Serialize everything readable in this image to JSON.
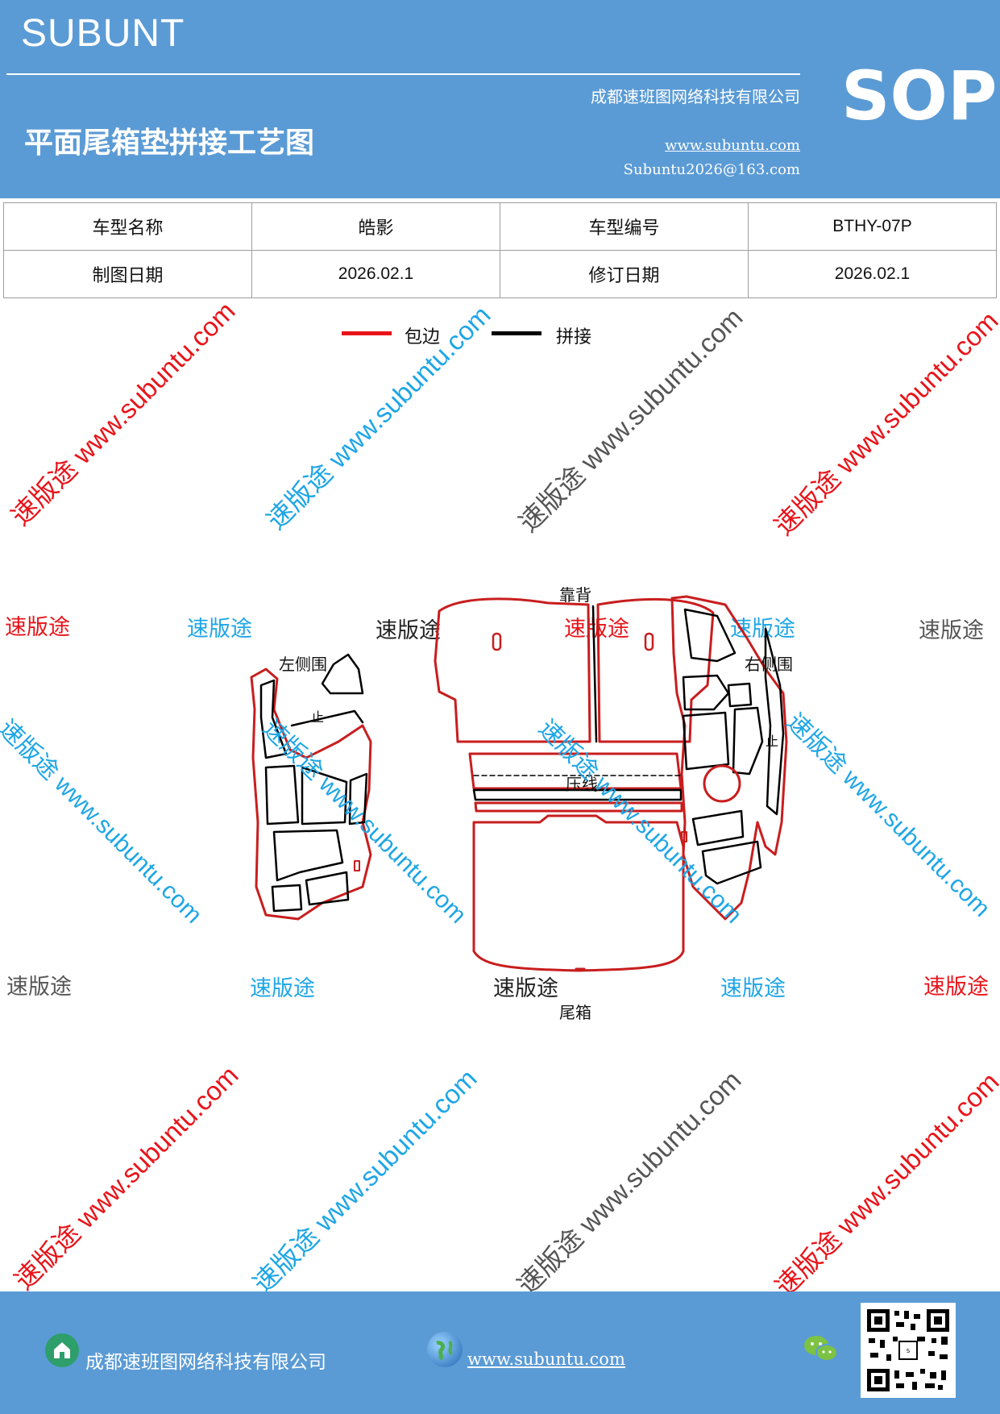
{
  "header": {
    "brand": "SUBUNT",
    "title": "平面尾箱垫拼接工艺图",
    "company": "成都速班图网络科技有限公司",
    "website": "www.subuntu.com",
    "email": "Subuntu2026@163.com",
    "badge": "SOP"
  },
  "info_table": {
    "row1": {
      "label1": "车型名称",
      "value1": "皓影",
      "label2": "车型编号",
      "value2": "BTHY-07P"
    },
    "row2": {
      "label1": "制图日期",
      "value1": "2026.02.1",
      "label2": "修订日期",
      "value2": "2026.02.1"
    }
  },
  "legend": {
    "red_label": "包边",
    "black_label": "拼接",
    "red_color": "#e8141a",
    "black_color": "#000000"
  },
  "parts": {
    "back": "靠背",
    "left_side": "左侧围",
    "right_side": "右侧围",
    "crease": "压线",
    "trunk": "尾箱",
    "stop_mark": "止"
  },
  "watermark": {
    "brand": "速版途",
    "url": "www.subuntu.com",
    "colors": {
      "red": "#e8141a",
      "blue": "#1ea6e6",
      "gray": "#555555"
    }
  },
  "footer": {
    "company": "成都速班图网络科技有限公司",
    "website": "www.subuntu.com"
  },
  "icons": [
    "home-icon",
    "globe-icon",
    "wechat-icon",
    "qr-code"
  ]
}
